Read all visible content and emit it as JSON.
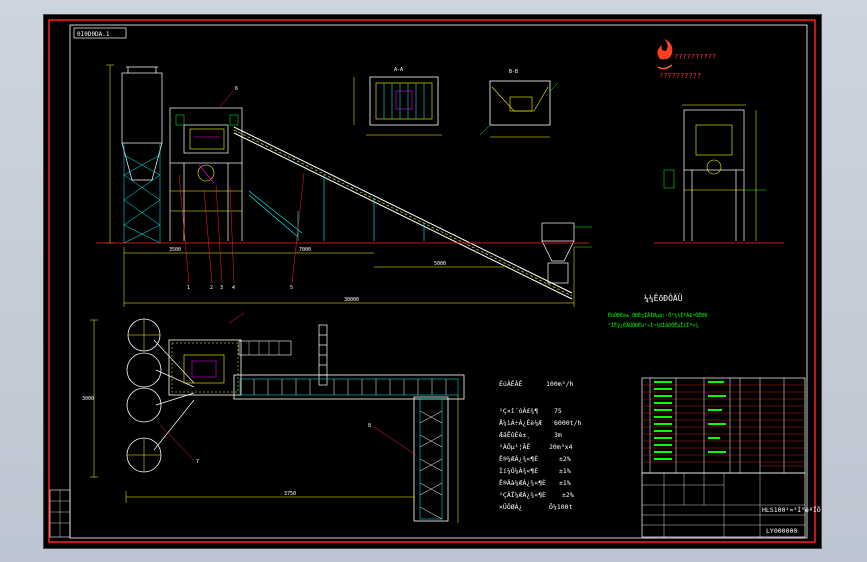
{
  "drawing": {
    "code_box": "0I0D0DA.1",
    "company_line1": "??????????",
    "company_line2": "??????????",
    "subtitle_main": "¼¼ÊõÐÔÄÜ",
    "subtitle_note1": "ËùÓÐÉè±¸ÓÐÈçÏÂÌØµã:·Ö²¼½ÏºÃ£¬ÔËÐÐ",
    "subtitle_note2": "²ÎÊý¿ÉÄÜÓÐËù²»Í¬¾ßÌåÒÔÊµÎïÎª×¼",
    "specs": [
      {
        "label": "ÉúÂÊÂÊ",
        "value": "100m³/h"
      },
      {
        "label": "¹Ç×î´óÁ£¾¶",
        "value": "75"
      },
      {
        "label": "Å¼ìÁ÷Á¿Éè¼Æ",
        "value": "6000t/h"
      },
      {
        "label": "ÆäËûÉè±¸",
        "value": "3m"
      },
      {
        "label": "¹ÀÖµ¹¦ÂÊ",
        "value": "20m³x4"
      },
      {
        "label": "Ë®¼ÆÁ¿¾«¶È",
        "value": "±2%"
      },
      {
        "label": "Ìí¼Ó¼Á¾«¶È",
        "value": "±1%"
      },
      {
        "label": "Ë®Äà¼ÆÁ¿¾«¶È",
        "value": "±1%"
      },
      {
        "label": "¹ÇÁÏ¼ÆÁ¿¾«¶È",
        "value": "±2%"
      },
      {
        "label": "×ÜÖØÁ¿",
        "value": "Ô¼100t"
      }
    ],
    "title_block": {
      "drawing_name": "HLS100¹¤³Ì°èºÏÕ¾",
      "drawing_no": "LY000000"
    },
    "dims": {
      "d_left": "3500",
      "d_mid": "7000",
      "d_right": "5000",
      "d_total": "30000",
      "d_plan": "3750",
      "d_silo": "3000"
    },
    "part_labels": [
      "1",
      "2",
      "3",
      "4",
      "5",
      "6",
      "7",
      "8"
    ]
  }
}
